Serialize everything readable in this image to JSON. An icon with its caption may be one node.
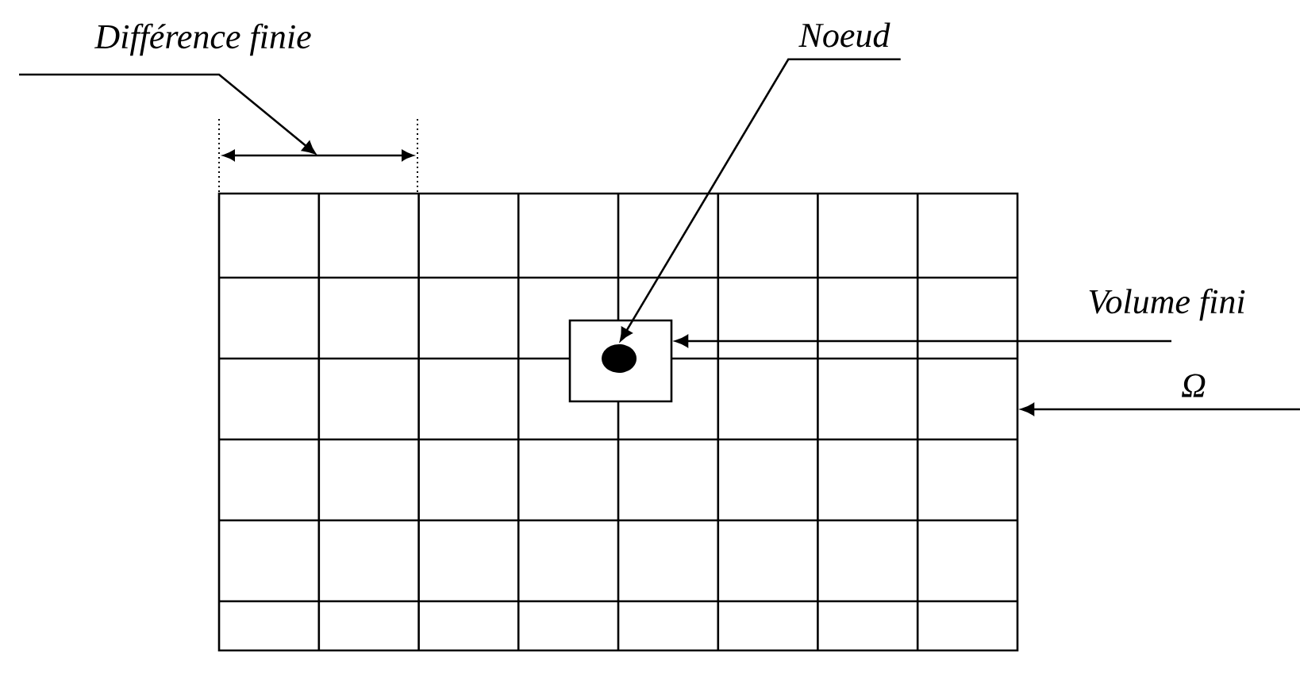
{
  "diagram": {
    "nodes": [
      {
        "text": [
          "Différence finie"
        ]
      },
      {
        "text": [
          "Noeud"
        ]
      },
      {
        "text": [
          "Volume fini"
        ]
      },
      {
        "text": [
          "Ω"
        ]
      },
      {
        "text": [],
        "shape": "circle",
        "in": 5
      },
      {
        "text": [],
        "shape": "box",
        "in": 6
      },
      {
        "text": [],
        "shape": "box"
      }
    ],
    "edges": [
      {
        "from": 0,
        "to": null,
        "arrow": "to"
      },
      {
        "from": 1,
        "to": 4,
        "arrow": "to"
      },
      {
        "from": 2,
        "to": 5,
        "arrow": "to"
      },
      {
        "from": 3,
        "to": 6,
        "arrow": "to"
      }
    ]
  }
}
